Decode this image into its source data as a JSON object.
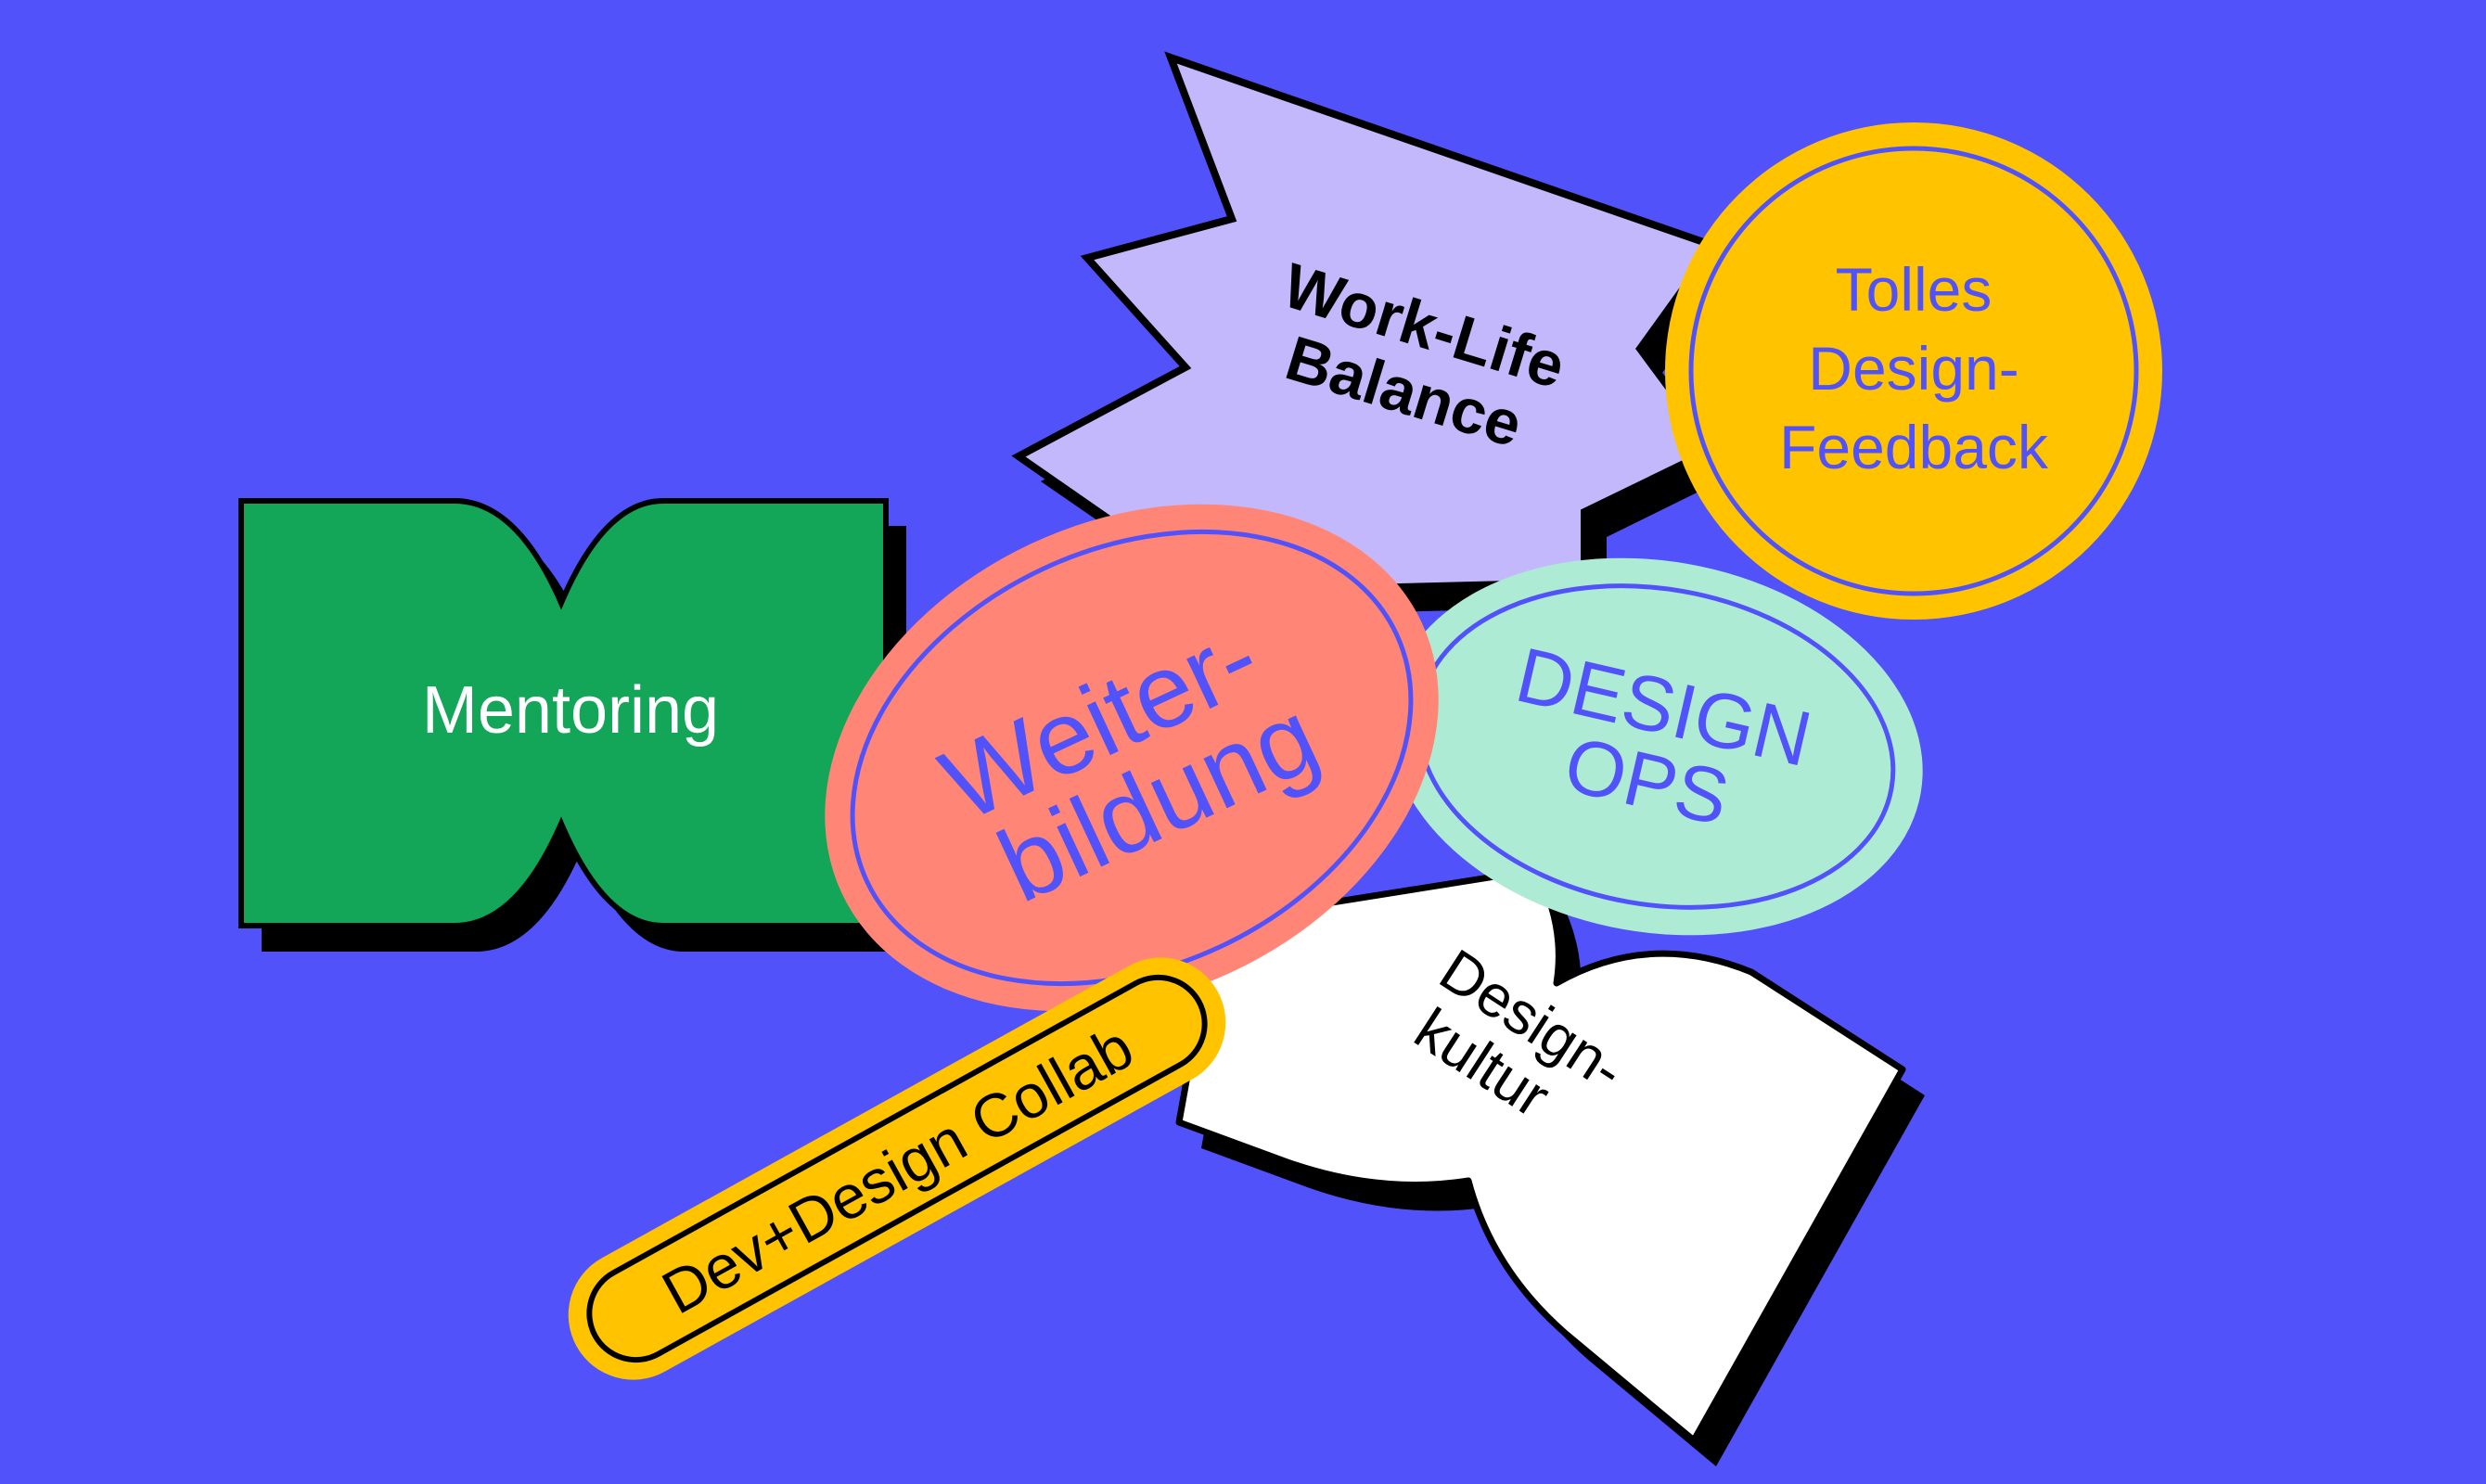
{
  "background_color": "#5252FA",
  "stickers": {
    "work_life": {
      "line1": "Work-Life",
      "line2": "Balance",
      "fill": "#C3B8FB"
    },
    "tolles": {
      "line1": "Tolles",
      "line2": "Design-",
      "line3": "Feedback",
      "fill": "#FFC300"
    },
    "mentoring": {
      "label": "Mentoring",
      "fill": "#13A658"
    },
    "weiterbildung": {
      "line1": "Weiter-",
      "line2": "bildung",
      "fill": "#FF8576"
    },
    "design_ops": {
      "line1": "DESIGN",
      "line2": "OPS",
      "fill": "#AEEBD4"
    },
    "designkultur": {
      "line1": "Design-",
      "line2": "kultur",
      "fill": "#FFFFFF"
    },
    "dev_design": {
      "label": "Dev+Design Collab",
      "fill": "#FFC300"
    }
  },
  "accent_text_color": "#5252FA"
}
